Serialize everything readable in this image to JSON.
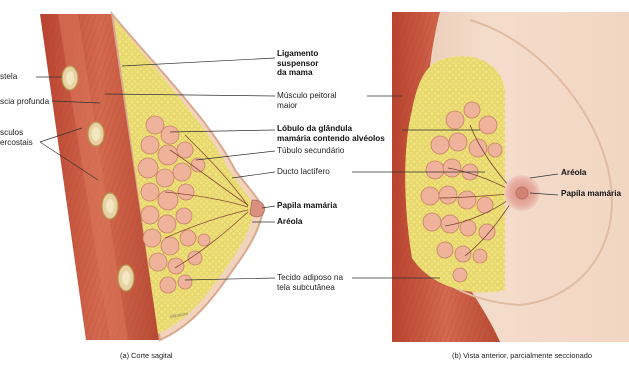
{
  "left_labels": {
    "costela": "stela",
    "fascia_profunda": "scia profunda",
    "musculos_intercostais": "sculos\nercostais"
  },
  "center_labels": {
    "ligamento": "Ligamento\nsuspensor\nda mama",
    "musculo_peitoral": "Músculo peitoral\nmaior",
    "lobulo": "Lóbulo da glândula\nmamária contendo alvéolos",
    "tubulo": "Túbulo secundário",
    "ducto": "Ducto lactífero",
    "papila": "Papila mamária",
    "areola": "Aréola",
    "tecido": "Tecido adiposo na\ntela subcutânea"
  },
  "right_labels": {
    "areola": "Aréola",
    "papila": "Papila mamária"
  },
  "captions": {
    "left": "(a) Corte sagital",
    "right": "(b) Vista anterior, parcialmente seccionado"
  },
  "colors": {
    "muscle": "#c4553e",
    "fat": "#efe27a",
    "lobule": "#efb39c",
    "skin": "#f3d8c6",
    "areola": "#e6a99a"
  }
}
